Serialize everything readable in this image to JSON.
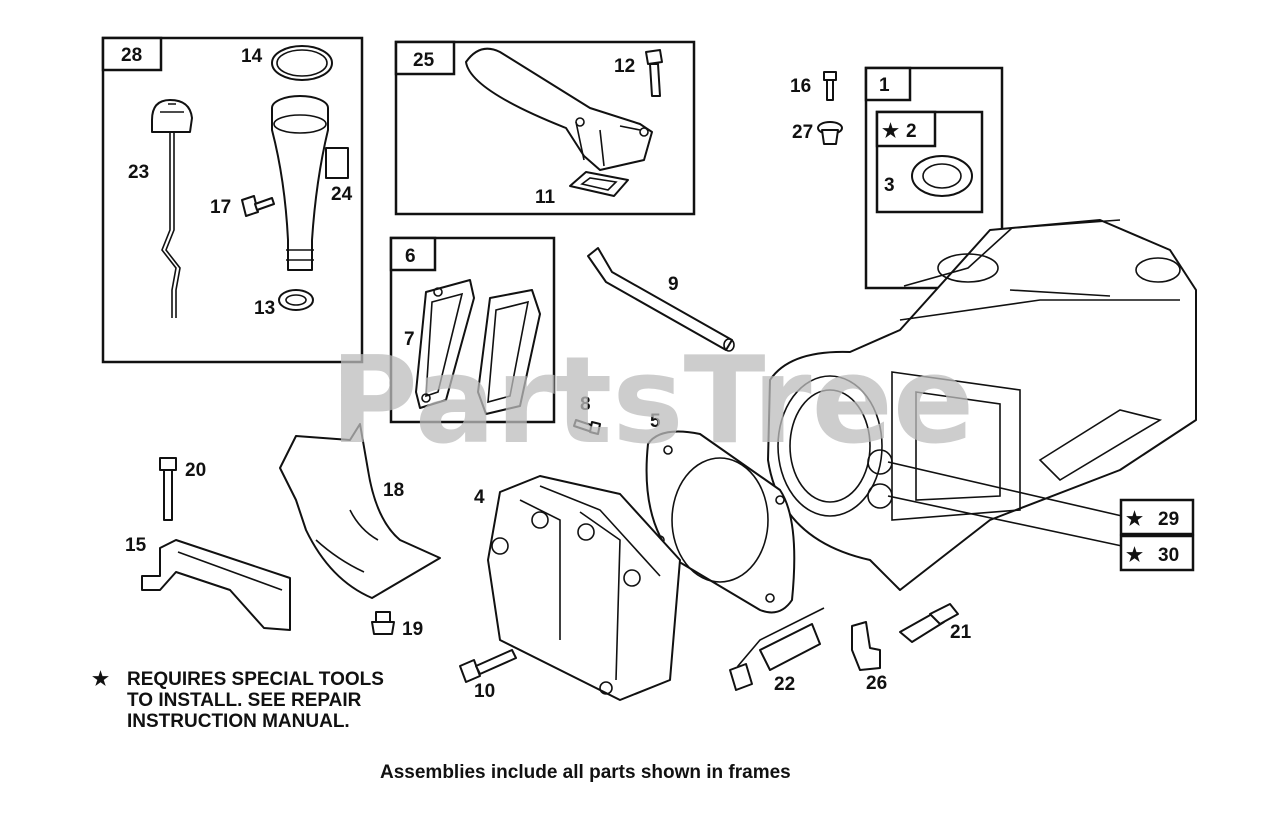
{
  "watermark": "PartsTree",
  "note": {
    "star": "★",
    "lines": [
      "REQUIRES SPECIAL TOOLS",
      "TO INSTALL.  SEE REPAIR",
      "INSTRUCTION MANUAL."
    ]
  },
  "caption": "Assemblies include all parts shown in frames",
  "frames": {
    "f28": "28",
    "f25": "25",
    "f6": "6",
    "f1": "1",
    "f2": "2",
    "star": "★"
  },
  "callouts": {
    "c1": "1",
    "c2": "2",
    "c3": "3",
    "c4": "4",
    "c5": "5",
    "c6": "6",
    "c7": "7",
    "c8": "8",
    "c9": "9",
    "c10": "10",
    "c11": "11",
    "c12": "12",
    "c13": "13",
    "c14": "14",
    "c15": "15",
    "c16": "16",
    "c17": "17",
    "c18": "18",
    "c19": "19",
    "c20": "20",
    "c21": "21",
    "c22": "22",
    "c23": "23",
    "c24": "24",
    "c25": "25",
    "c26": "26",
    "c27": "27",
    "c29": "29",
    "c30": "30"
  }
}
